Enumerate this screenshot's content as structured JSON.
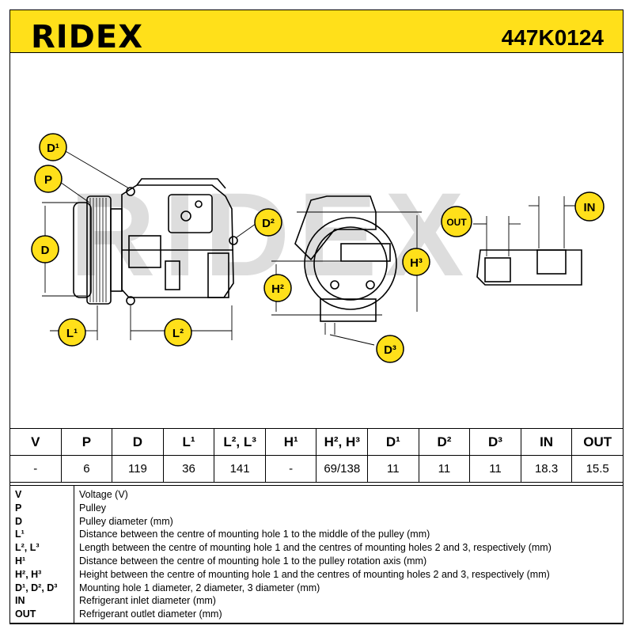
{
  "header": {
    "brand": "RIDEX",
    "part_number": "447K0124",
    "accent_color": "#ffe01a"
  },
  "drawing": {
    "watermark": "RIDEX",
    "labels": {
      "d1": "D¹",
      "p": "P",
      "d": "D",
      "l1": "L¹",
      "l2": "L²",
      "d2": "D²",
      "h2": "H²",
      "h3": "H³",
      "d3": "D³",
      "out": "OUT",
      "in": "IN"
    }
  },
  "spec_table": {
    "headers": [
      "V",
      "P",
      "D",
      "L¹",
      "L², L³",
      "H¹",
      "H², H³",
      "D¹",
      "D²",
      "D³",
      "IN",
      "OUT"
    ],
    "values": [
      "-",
      "6",
      "119",
      "36",
      "141",
      "-",
      "69/138",
      "11",
      "11",
      "11",
      "18.3",
      "15.5"
    ]
  },
  "legend": {
    "keys": [
      "V",
      "P",
      "D",
      "L¹",
      "L², L³",
      "H¹",
      "H², H³",
      "D¹, D², D³",
      "IN",
      "OUT"
    ],
    "descriptions": [
      "Voltage (V)",
      "Pulley",
      "Pulley diameter (mm)",
      "Distance between the centre of mounting hole 1 to the middle of the pulley (mm)",
      "Length between the centre of mounting hole 1 and the centres of mounting holes 2 and 3, respectively (mm)",
      "Distance between the centre of mounting hole 1 to the pulley rotation axis (mm)",
      "Height between the centre of mounting hole 1 and the centres of mounting holes 2 and 3, respectively (mm)",
      "Mounting hole 1 diameter, 2 diameter, 3 diameter (mm)",
      "Refrigerant inlet diameter (mm)",
      "Refrigerant outlet diameter (mm)"
    ]
  }
}
